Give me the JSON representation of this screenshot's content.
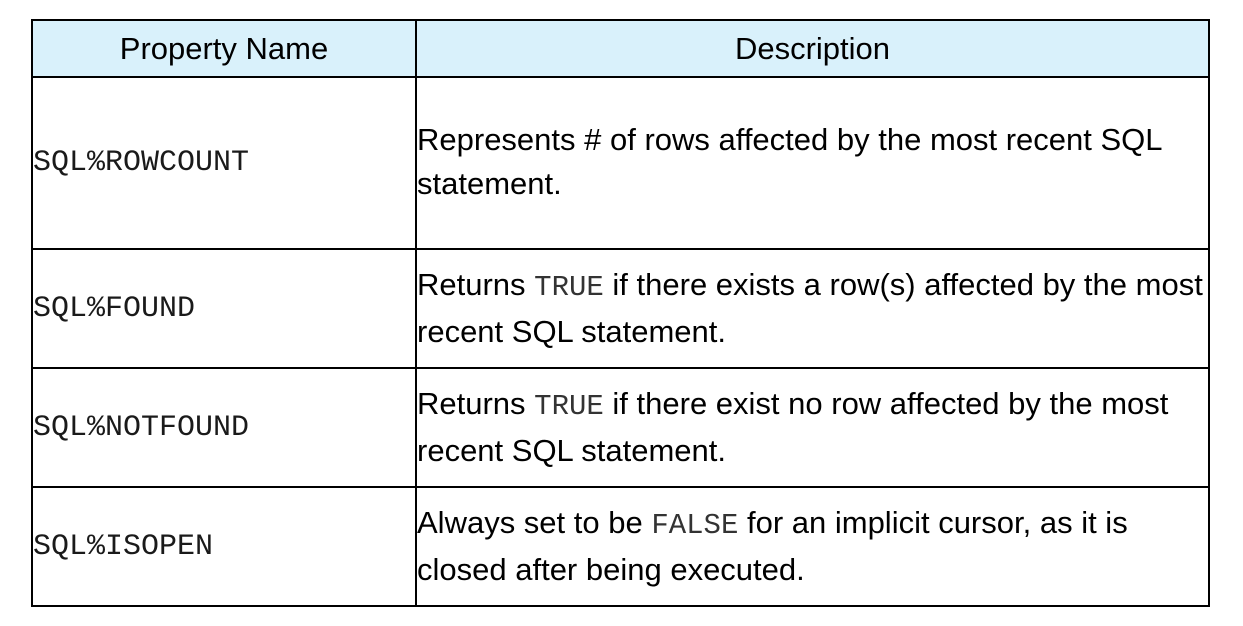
{
  "table": {
    "headers": [
      "Property Name",
      "Description"
    ],
    "rows": [
      {
        "name": "SQL%ROWCOUNT",
        "desc_pre": "Represents # of rows affected by the most recent SQL statement.",
        "desc_code": "",
        "desc_post": ""
      },
      {
        "name": "SQL%FOUND",
        "desc_pre": "Returns ",
        "desc_code": "TRUE",
        "desc_post": " if there exists a row(s) affected by the most recent SQL statement."
      },
      {
        "name": "SQL%NOTFOUND",
        "desc_pre": "Returns ",
        "desc_code": "TRUE",
        "desc_post": " if there exist no row affected by the most recent SQL statement."
      },
      {
        "name": "SQL%ISOPEN",
        "desc_pre": "Always set to be ",
        "desc_code": "FALSE",
        "desc_post": " for an implicit cursor, as it is closed after being executed."
      }
    ]
  },
  "colors": {
    "header_bg": "#d9f1fb",
    "border": "#000000"
  }
}
